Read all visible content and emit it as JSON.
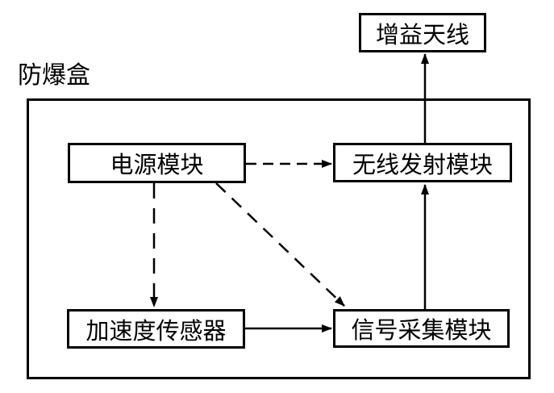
{
  "diagram": {
    "container_label": "防爆盒",
    "nodes": {
      "antenna": {
        "label": "增益天线"
      },
      "power": {
        "label": "电源模块"
      },
      "wireless": {
        "label": "无线发射模块"
      },
      "accel": {
        "label": "加速度传感器"
      },
      "signal": {
        "label": "信号采集模块"
      }
    },
    "edges": [
      {
        "from": "电源模块",
        "to": "无线发射模块",
        "style": "dashed",
        "direction": "right"
      },
      {
        "from": "电源模块",
        "to": "加速度传感器",
        "style": "dashed",
        "direction": "down"
      },
      {
        "from": "电源模块",
        "to": "信号采集模块",
        "style": "dashed",
        "direction": "down-right"
      },
      {
        "from": "加速度传感器",
        "to": "信号采集模块",
        "style": "solid",
        "direction": "right"
      },
      {
        "from": "信号采集模块",
        "to": "无线发射模块",
        "style": "solid",
        "direction": "up"
      },
      {
        "from": "无线发射模块",
        "to": "增益天线",
        "style": "solid",
        "direction": "up"
      }
    ],
    "colors": {
      "line": "#000000",
      "text": "#000000",
      "background": "#ffffff"
    }
  }
}
